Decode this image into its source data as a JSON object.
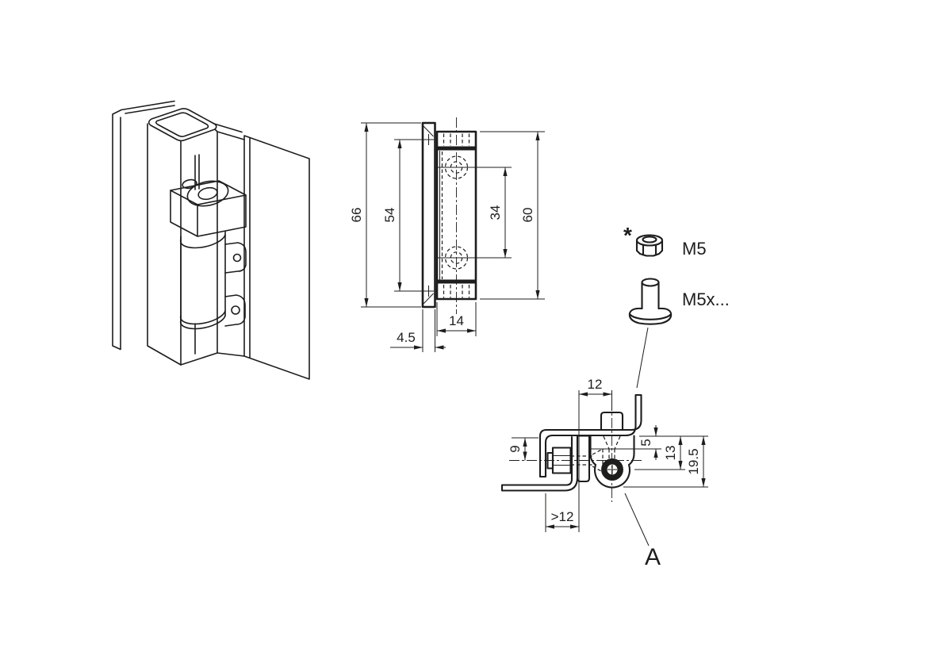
{
  "front_view": {
    "dim_overall_height": "66",
    "dim_plate_hole_spacing": "54",
    "dim_body_hole_spacing": "34",
    "dim_body_height": "60",
    "dim_body_width": "14",
    "dim_plate_thickness": "4.5"
  },
  "hardware": {
    "footnote_marker": "*",
    "nut_label": "M5",
    "screw_label": "M5x..."
  },
  "section_view": {
    "dim_pivot_offset": "12",
    "dim_flange_to_axis": "9",
    "dim_step": "5",
    "dim_depth": "13",
    "dim_total_depth": "19.5",
    "dim_min_clearance": ">12",
    "detail_label": "A"
  },
  "colors": {
    "line": "#1d1d1b",
    "background": "#ffffff"
  }
}
